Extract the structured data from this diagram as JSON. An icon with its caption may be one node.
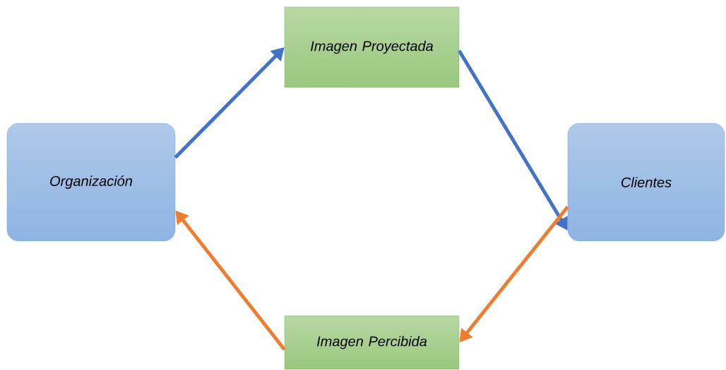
{
  "diagram": {
    "nodes": [
      {
        "text": [
          "Organización"
        ]
      },
      {
        "text": [
          "Imagen Proyectada"
        ]
      },
      {
        "text": [
          "Clientes"
        ]
      },
      {
        "text": [
          "Imagen Percibida"
        ]
      }
    ],
    "edges": [
      {
        "from": 0,
        "to": 1,
        "arrow": "to",
        "color": "#4472c4"
      },
      {
        "from": 1,
        "to": 2,
        "arrow": "to",
        "color": "#4472c4"
      },
      {
        "from": 2,
        "to": 3,
        "arrow": "to",
        "color": "#ed7d31"
      },
      {
        "from": 3,
        "to": 0,
        "arrow": "to",
        "color": "#ed7d31"
      }
    ]
  }
}
